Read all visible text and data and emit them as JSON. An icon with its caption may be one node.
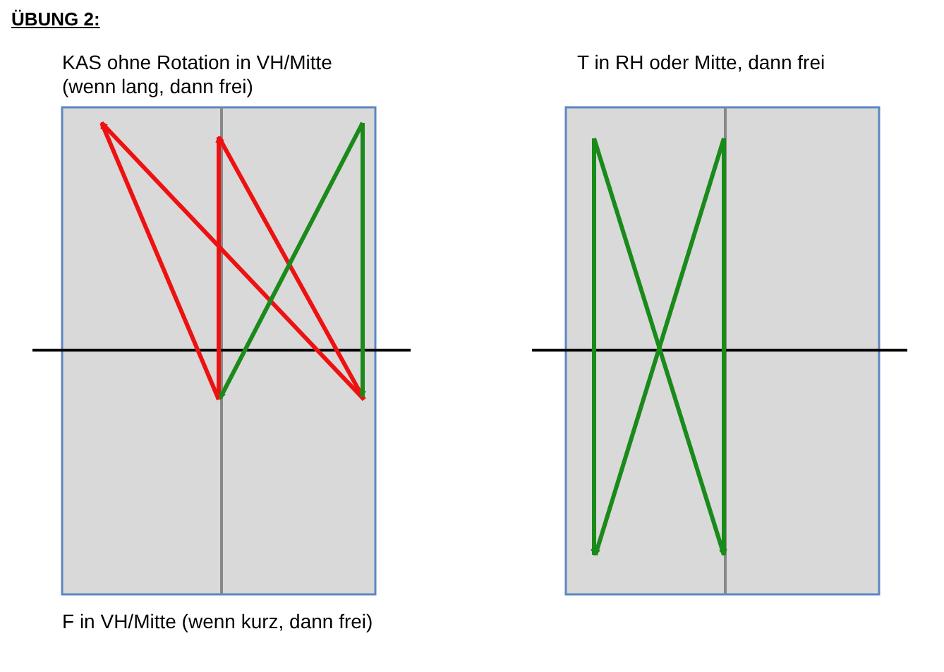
{
  "diagram": {
    "title": "ÜBUNG 2:",
    "nodes": [
      {
        "text": [
          "KAS ohne Rotation in VH/Mitte (wenn lang, dann frei)",
          "F in VH/Mitte (wenn kurz, dann frei)"
        ]
      },
      {
        "text": [
          "T in RH oder Mitte, dann frei"
        ]
      }
    ]
  }
}
